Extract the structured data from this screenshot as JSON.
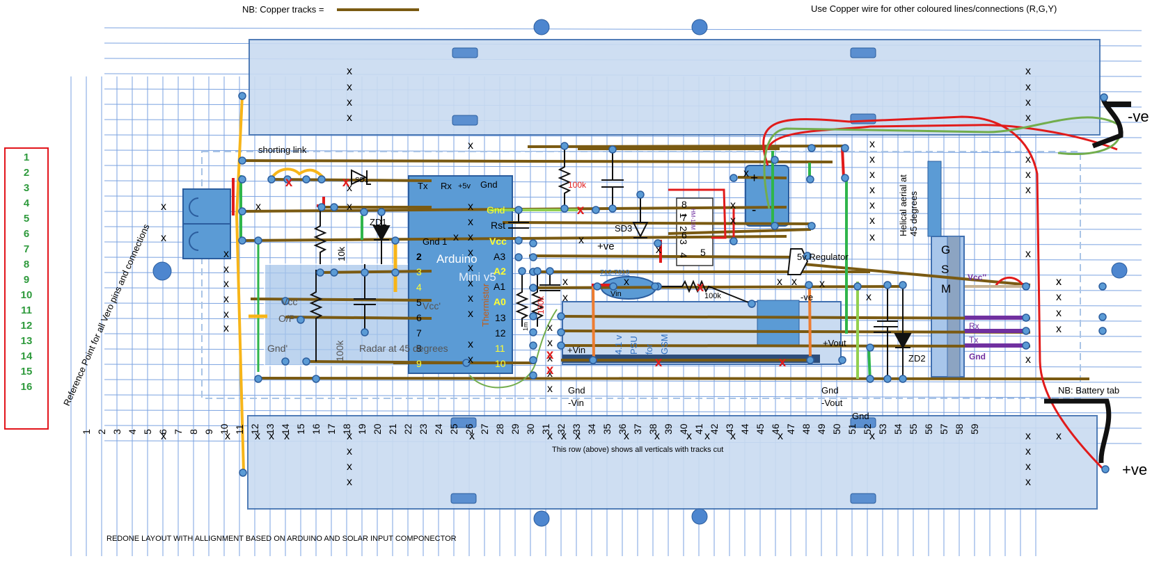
{
  "notes": {
    "copper_tracks": "NB: Copper tracks =",
    "copper_wire": "Use Copper wire for other coloured lines/connections (R,G,Y)",
    "battery_tab": "NB: Battery tab",
    "cut_row": "This row (above) shows all verticals with tracks cut",
    "redone": "REDONE LAYOUT WITH ALLIGNMENT BASED ON ARDUINO AND SOLAR INPUT COMPONECTOR",
    "reference": "Reference Point for all Vero pins and connections",
    "shorting_link": "shorting link",
    "helical": [
      "Helical aerial at",
      "45 degrees"
    ]
  },
  "rows": [
    "1",
    "2",
    "3",
    "4",
    "5",
    "6",
    "7",
    "8",
    "9",
    "10",
    "11",
    "12",
    "13",
    "14",
    "15",
    "16"
  ],
  "columns": [
    "1",
    "2",
    "3",
    "4",
    "5",
    "6",
    "7",
    "8",
    "9",
    "10",
    "11",
    "12",
    "13",
    "14",
    "15",
    "16",
    "17",
    "18",
    "19",
    "20",
    "21",
    "22",
    "23",
    "24",
    "25",
    "26",
    "27",
    "28",
    "29",
    "30",
    "31",
    "32",
    "33",
    "34",
    "35",
    "36",
    "37",
    "38",
    "39",
    "40",
    "41",
    "42",
    "43",
    "44",
    "45",
    "46",
    "47",
    "48",
    "49",
    "50",
    "51",
    "52",
    "53",
    "54",
    "55",
    "56",
    "57",
    "58",
    "59"
  ],
  "labels": {
    "neg_ve": "-ve",
    "pos_ve": "+ve",
    "arduino": [
      "Arduino",
      "Mini v5"
    ],
    "arduino_top": [
      "Tx",
      "Rx",
      "+5v",
      "Gnd"
    ],
    "arduino_right": [
      "Gnd",
      "Rst",
      "Vcc",
      "A3",
      "A2",
      "A1",
      "A0",
      "13",
      "12",
      "11",
      "10"
    ],
    "arduino_left": [
      "Gnd 1",
      "2",
      "3",
      "4",
      "5",
      "6",
      "7",
      "8",
      "9"
    ],
    "thermistor": "Thermistor",
    "radar": "Radar at 45 degrees",
    "radar_pins": [
      "Vcc''",
      "O/P",
      "Gnd'"
    ],
    "vcc_prime": "Vcc'",
    "r_10k": "10k",
    "r_100k_radar": "100k",
    "r_100k_top": "100k",
    "r_100k_mid": "100k",
    "r_100k_bottom": "100k",
    "r_1m": "1m",
    "zd1": "ZD1",
    "zd2": "ZD2",
    "sd1": "SD1",
    "sd3": "SD3",
    "ve_plus": "+ve",
    "ve_small": "-ve",
    "regulator": "5v Regulator",
    "psu_part": "712-7919",
    "vin": "Vin",
    "psu": [
      "4.1 v",
      "PSU",
      "for",
      "GSM"
    ],
    "plus_vin": "+Vin",
    "gnd_vin": [
      "Gnd",
      "-Vin"
    ],
    "plus_vout": "+Vout",
    "gnd_vout": [
      "Gnd",
      "-Vout"
    ],
    "gnd_small": "Gnd",
    "gsm": [
      "G",
      "S",
      "M"
    ],
    "gsm_pins": [
      "Vcc''",
      "Rx",
      "Tx",
      "Gnd"
    ],
    "sensor_pins": [
      "8",
      "7",
      "6",
      "5",
      "1",
      "2",
      "3",
      "4"
    ],
    "sensor_name": "HM-10M",
    "tab_plus": "+",
    "tab_minus": "-"
  },
  "colors": {
    "board": "#c9dbf1",
    "grid": "#4a7fd0",
    "track": "#7a5a12",
    "red_wire": "#e11b1b",
    "green_wire": "#2fb54b",
    "yellow_wire": "#f7b519",
    "arduino": "#5b9bd5",
    "cut_marker": "#e11b1b"
  }
}
